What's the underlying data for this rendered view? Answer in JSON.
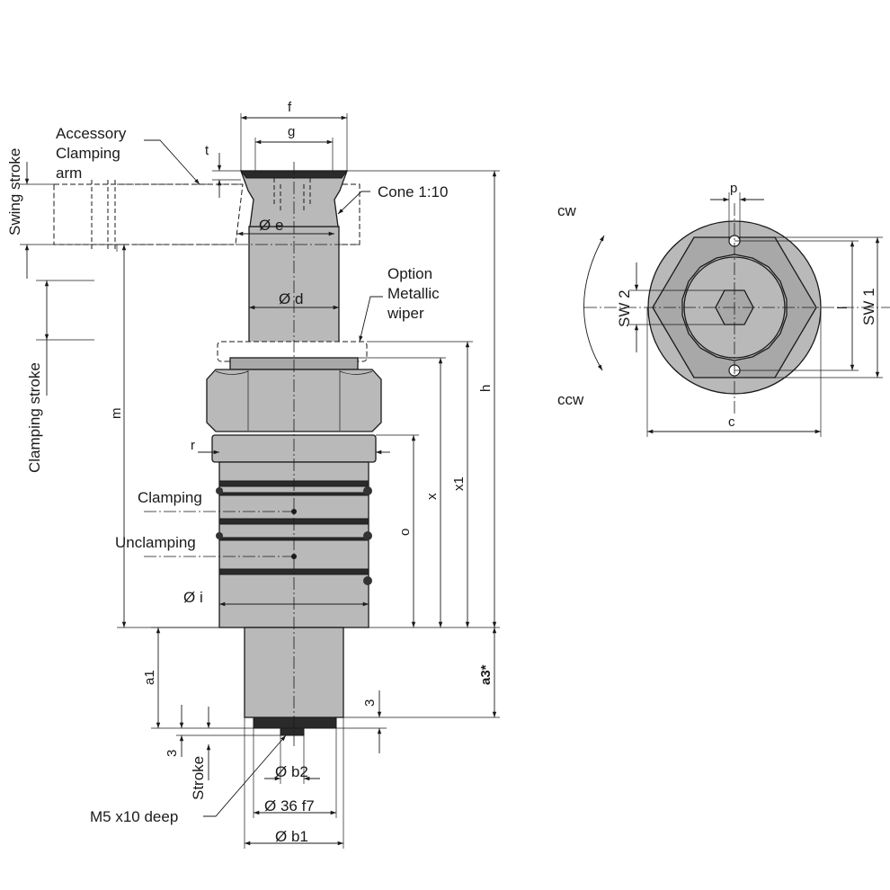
{
  "labels": {
    "accessory_line1": "Accessory",
    "accessory_line2": "Clamping",
    "accessory_line3": "arm",
    "cone": "Cone 1:10",
    "option_line1": "Option",
    "option_line2": "Metallic",
    "option_line3": "wiper",
    "swing_stroke": "Swing stroke",
    "clamping_stroke": "Clamping stroke",
    "clamping": "Clamping",
    "unclamping": "Unclamping",
    "m5": "M5 x10 deep",
    "stroke": "Stroke"
  },
  "dimensions": {
    "f": "f",
    "g": "g",
    "t": "t",
    "e": "Ø e",
    "d": "Ø d",
    "h": "h",
    "m": "m",
    "r": "r",
    "x": "x",
    "x1": "x1",
    "o": "o",
    "i": "Ø i",
    "a1": "a1",
    "a3": "a3*",
    "three_right": "3",
    "three_left": "3",
    "b2": "Ø b2",
    "f7": "Ø 36 f7",
    "b1": "Ø b1"
  },
  "top_view": {
    "cw": "cw",
    "ccw": "ccw",
    "p": "p",
    "sw2": "SW 2",
    "sw1": "SW 1",
    "l": "l",
    "c": "c"
  }
}
